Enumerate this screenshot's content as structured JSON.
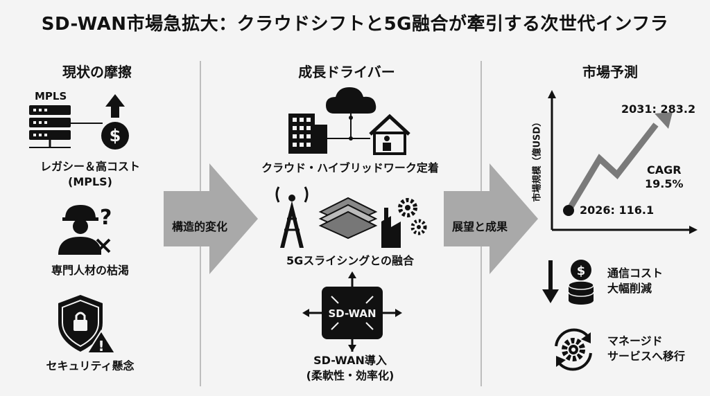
{
  "title": "SD-WAN市場急拡大：クラウドシフトと5G融合が牽引する次世代インフラ",
  "columns": {
    "current": {
      "heading": "現状の摩擦",
      "mpls_tag": "MPLS",
      "items": [
        {
          "label_line1": "レガシー＆高コスト",
          "label_line2": "(MPLS)"
        },
        {
          "label_line1": "専門人材の枯渇"
        },
        {
          "label_line1": "セキュリティ懸念"
        }
      ]
    },
    "drivers": {
      "heading": "成長ドライバー",
      "items": [
        {
          "label_line1": "クラウド・ハイブリッドワーク定着"
        },
        {
          "label_line1": "5Gスライシングとの融合"
        },
        {
          "label_line1": "SD-WAN導入",
          "label_line2": "(柔軟性・効率化)",
          "box_text": "SD-WAN"
        }
      ]
    },
    "forecast": {
      "heading": "市場予測",
      "chart_ylabel": "市場規模（億USD）",
      "start_label": "2026: 116.1",
      "end_label": "2031: 283.2",
      "cagr_line1": "CAGR",
      "cagr_line2": "19.5%",
      "outcomes": [
        {
          "line1": "通信コスト",
          "line2": "大幅削減"
        },
        {
          "line1": "マネージド",
          "line2": "サービスへ移行"
        }
      ]
    }
  },
  "arrows": {
    "first": "構造的変化",
    "second": "展望と成果"
  },
  "chart_data": {
    "type": "line",
    "x": [
      "2026",
      "2031"
    ],
    "values": [
      116.1,
      283.2
    ],
    "annotations": [
      "2026: 116.1",
      "2031: 283.2",
      "CAGR 19.5%"
    ],
    "ylabel": "市場規模（億USD）"
  },
  "colors": {
    "background": "#f4f4f4",
    "arrow_fill": "#a9a9a9",
    "icon_dark": "#111111",
    "divider": "#bdbdbd",
    "chart_line": "#7a7a7a"
  }
}
